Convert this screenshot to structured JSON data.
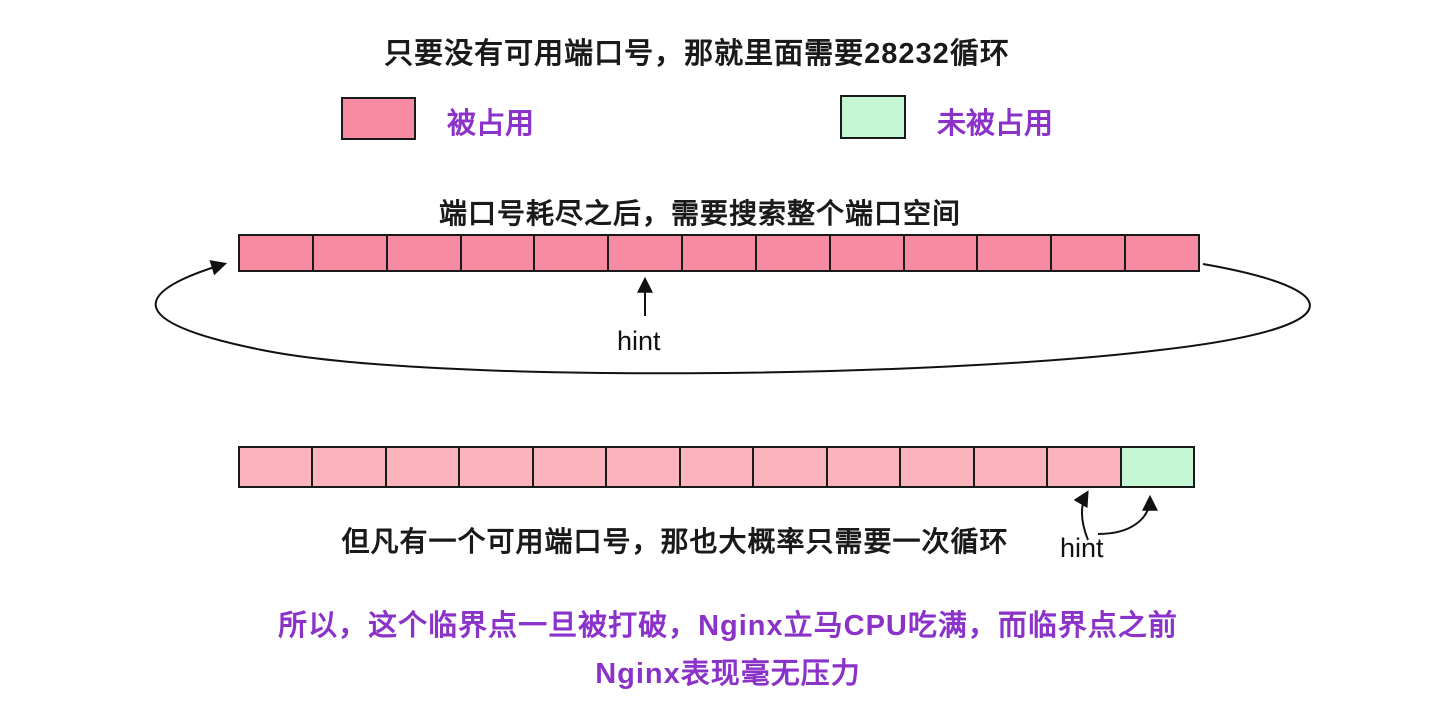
{
  "title": "只要没有可用端口号，那就里面需要28232循环",
  "legend": {
    "occupied_label": "被占用",
    "free_label": "未被占用",
    "occupied_color": "#F78BA1",
    "free_color": "#C6F7D4"
  },
  "bar1": {
    "caption": "端口号耗尽之后，需要搜索整个端口空间",
    "cells": 13,
    "cell_color": "#F78BA1",
    "hint_label": "hint"
  },
  "bar2": {
    "caption": "但凡有一个可用端口号，那也大概率只需要一次循环",
    "cells": 13,
    "occupied_cells": 12,
    "cell_color": "#FBB3BC",
    "free_color": "#C6F7D4",
    "hint_label": "hint"
  },
  "footer": {
    "line1": "所以，这个临界点一旦被打破，Nginx立马CPU吃满，而临界点之前",
    "line2": "Nginx表现毫无压力"
  },
  "colors": {
    "purple": "#8B33C9",
    "stroke": "#111111"
  }
}
